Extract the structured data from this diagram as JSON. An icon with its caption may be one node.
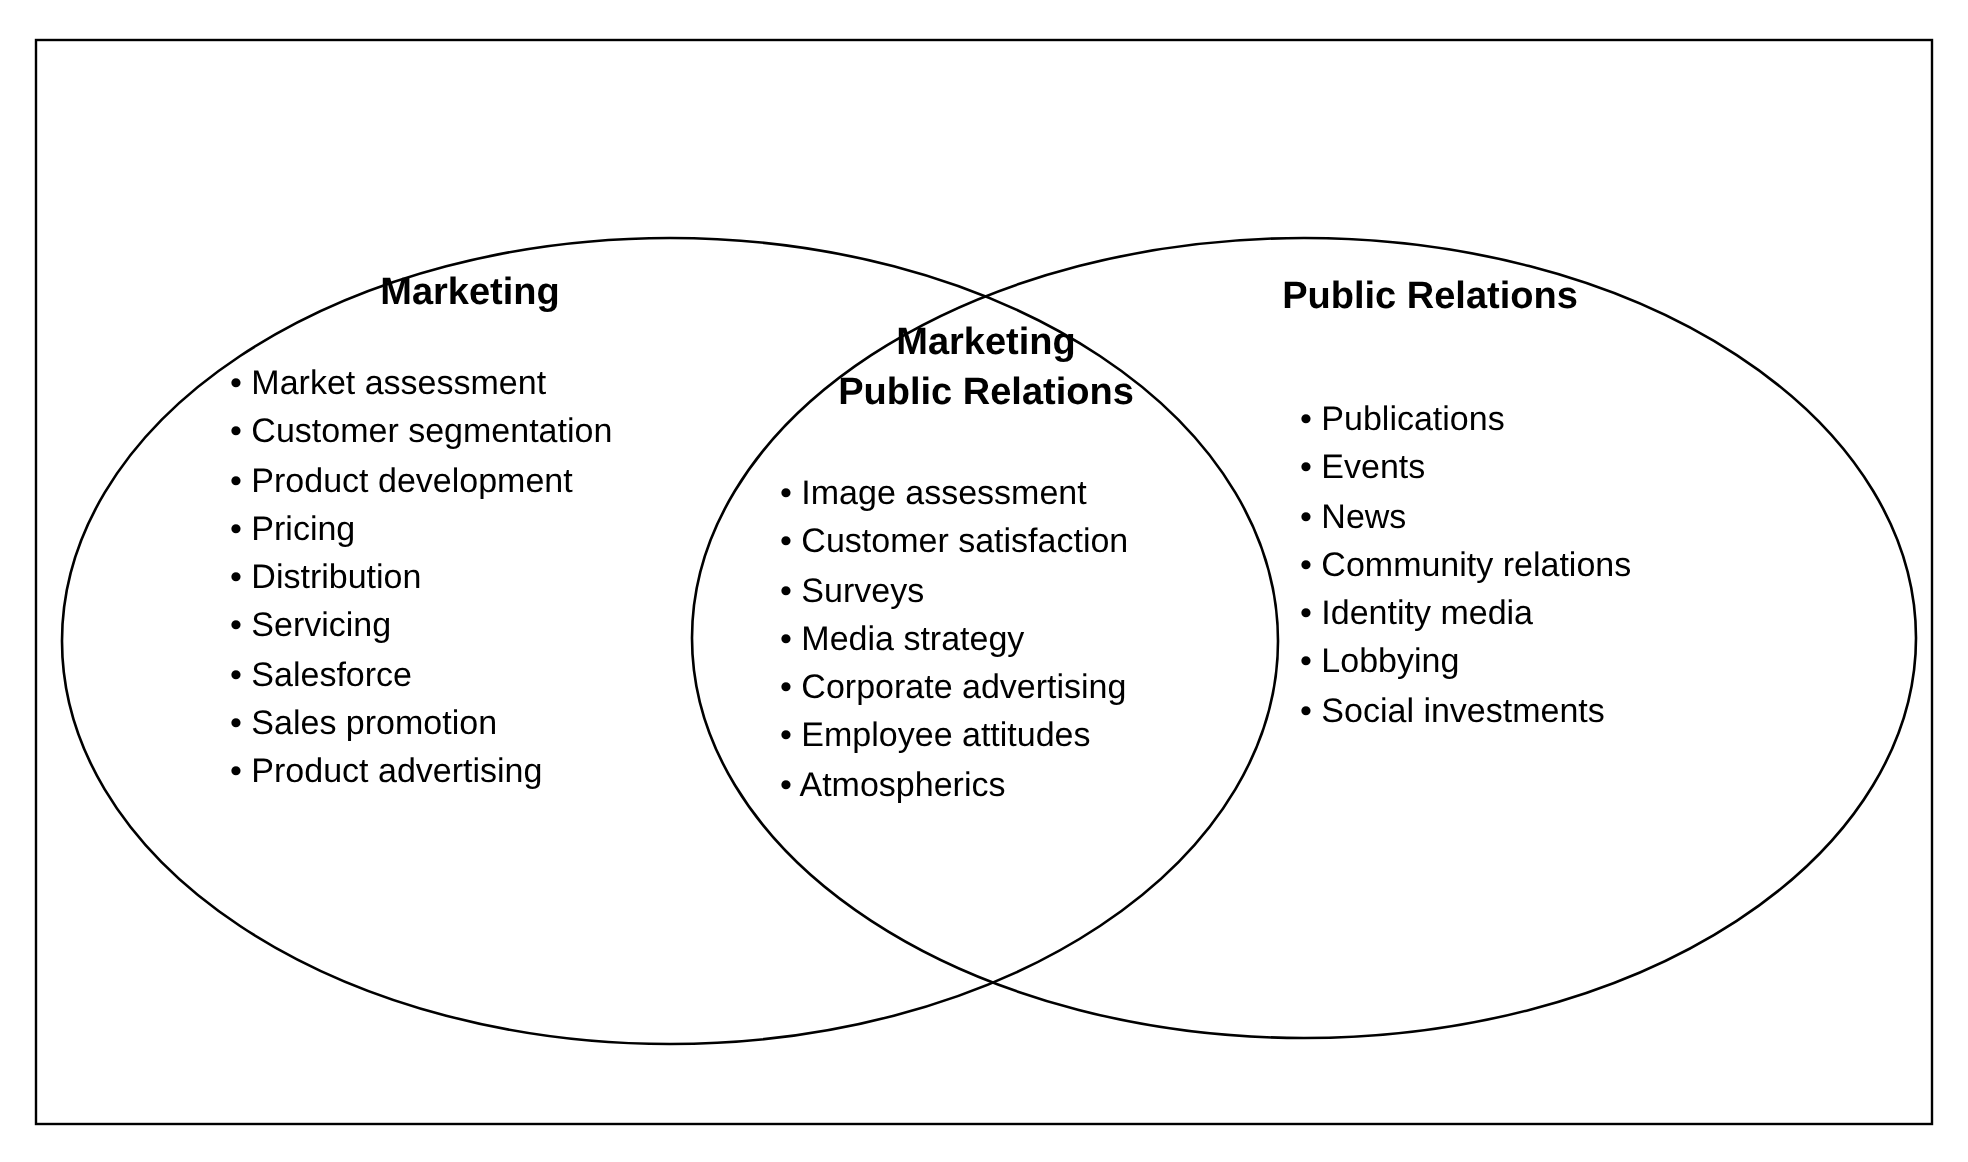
{
  "diagram": {
    "nodes": [
      {
        "text": [
          "Marketing",
          "• Market assessment",
          "• Customer segmentation",
          "• Product development",
          "• Pricing",
          "• Distribution",
          "• Servicing",
          "• Salesforce",
          "• Sales promotion",
          "• Product advertising"
        ]
      },
      {
        "text": [
          "Public Relations",
          "• Publications",
          "• Events",
          "• News",
          "• Community relations",
          "• Identity media",
          "• Lobbying",
          "• Social investments"
        ]
      },
      {
        "text": [
          "Marketing Public Relations",
          "• Image assessment",
          "• Customer satisfaction",
          "• Surveys",
          "• Media strategy",
          "• Corporate advertising",
          "• Employee attitudes",
          "• Atmospherics"
        ]
      }
    ]
  }
}
